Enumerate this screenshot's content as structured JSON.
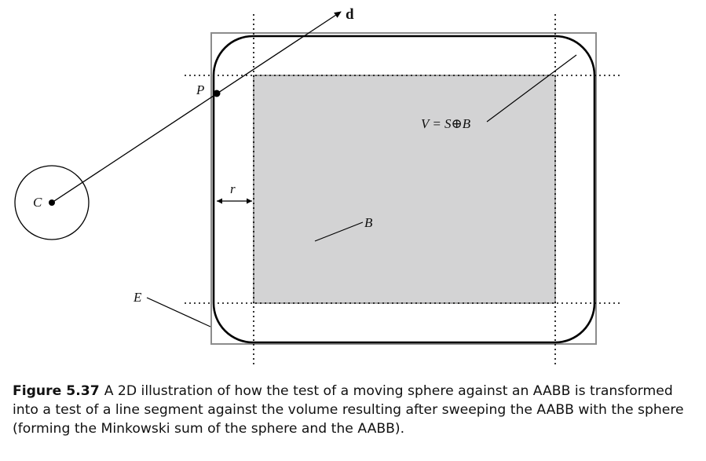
{
  "figure": {
    "labels": {
      "direction": "d",
      "point_p": "P",
      "center_c": "C",
      "radius_r": "r",
      "volume_v": "V = S⊕B",
      "box_b": "B",
      "box_e": "E"
    },
    "colors": {
      "box_fill": "#d3d3d4",
      "box_stroke": "#8c8c8c",
      "outline": "#000000"
    }
  },
  "caption": {
    "title": "Figure 5.37",
    "text": "A 2D illustration of how the test of a moving sphere against an AABB is transformed into a test of a line segment against the volume resulting after sweeping the AABB with the sphere (forming the Minkowski sum of the sphere and the AABB)."
  }
}
